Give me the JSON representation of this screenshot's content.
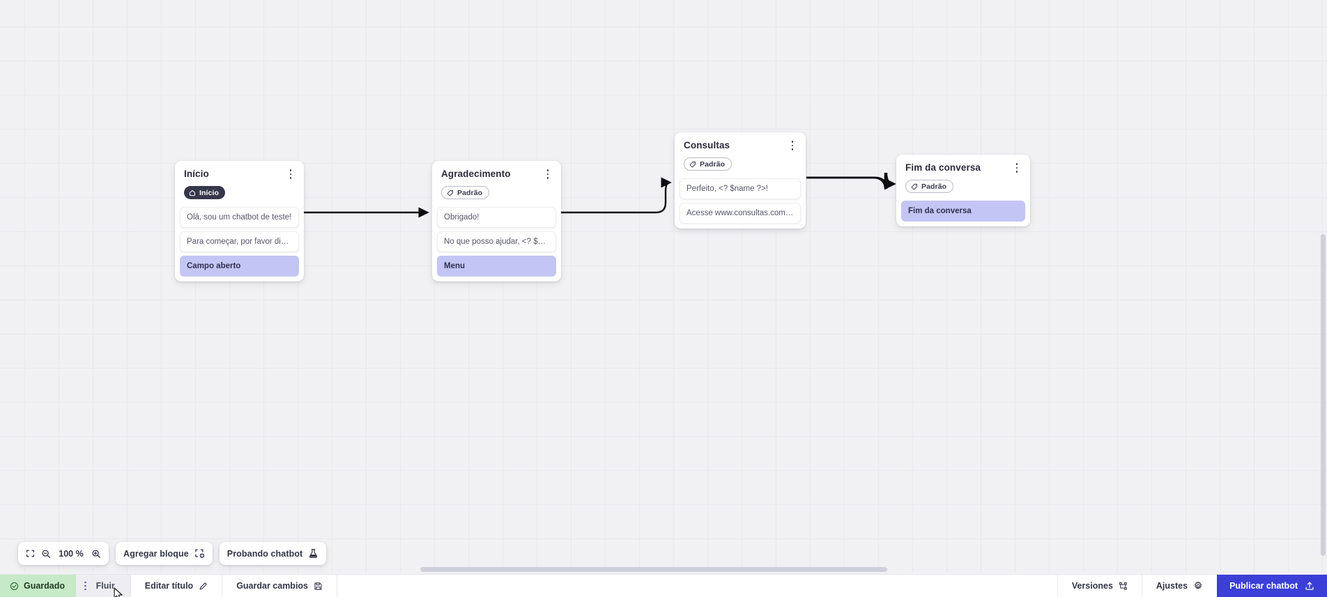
{
  "canvas": {
    "nodes": [
      {
        "id": "inicio",
        "title": "Início",
        "badge": {
          "label": "Início",
          "icon": "home-icon",
          "style": "start"
        },
        "rows": [
          {
            "text": "Olá, sou um chatbot de teste!",
            "type": "msg"
          },
          {
            "text": "Para começar, por favor digite o ...",
            "type": "msg"
          },
          {
            "text": "Campo aberto",
            "type": "action"
          }
        ]
      },
      {
        "id": "agradecimento",
        "title": "Agradecimento",
        "badge": {
          "label": "Padrão",
          "icon": "tag-icon",
          "style": "default"
        },
        "rows": [
          {
            "text": "Obrigado!",
            "type": "msg"
          },
          {
            "text": "No que posso ajudar, <? $name ...",
            "type": "msg"
          },
          {
            "text": "Menu",
            "type": "action"
          }
        ]
      },
      {
        "id": "consultas",
        "title": "Consultas",
        "badge": {
          "label": "Padrão",
          "icon": "tag-icon",
          "style": "default"
        },
        "rows": [
          {
            "text": "Perfeito, <? $name ?>!",
            "type": "msg"
          },
          {
            "text": "Acesse www.consultas.com par...",
            "type": "msg"
          }
        ]
      },
      {
        "id": "fim",
        "title": "Fim da conversa",
        "badge": {
          "label": "Padrão",
          "icon": "tag-icon",
          "style": "default"
        },
        "rows": [
          {
            "text": "Fim da conversa",
            "type": "action"
          }
        ]
      }
    ]
  },
  "toolbar": {
    "fit_icon": "fit-screen-icon",
    "zoom_out_icon": "zoom-out-icon",
    "zoom_in_icon": "zoom-in-icon",
    "zoom_value": "100 %",
    "add_block_label": "Agregar bloque",
    "add_block_icon": "add-block-icon",
    "test_bot_label": "Probando chatbot",
    "test_bot_icon": "flask-icon"
  },
  "statusbar": {
    "saved_label": "Guardado",
    "saved_icon": "check-circle-icon",
    "flow_label": "Fluir",
    "flow_menu_icon": "dots-vertical-icon",
    "edit_title_label": "Editar título",
    "edit_title_icon": "pencil-icon",
    "save_changes_label": "Guardar cambios",
    "save_changes_icon": "save-disk-icon",
    "versions_label": "Versiones",
    "versions_icon": "branch-icon",
    "settings_label": "Ajustes",
    "settings_icon": "gear-icon",
    "publish_label": "Publicar chatbot",
    "publish_icon": "upload-icon"
  },
  "colors": {
    "accent": "#3b3fd8",
    "saved_bg": "#c6eac7",
    "action_row": "#c3c6f4",
    "start_badge": "#36374b"
  }
}
